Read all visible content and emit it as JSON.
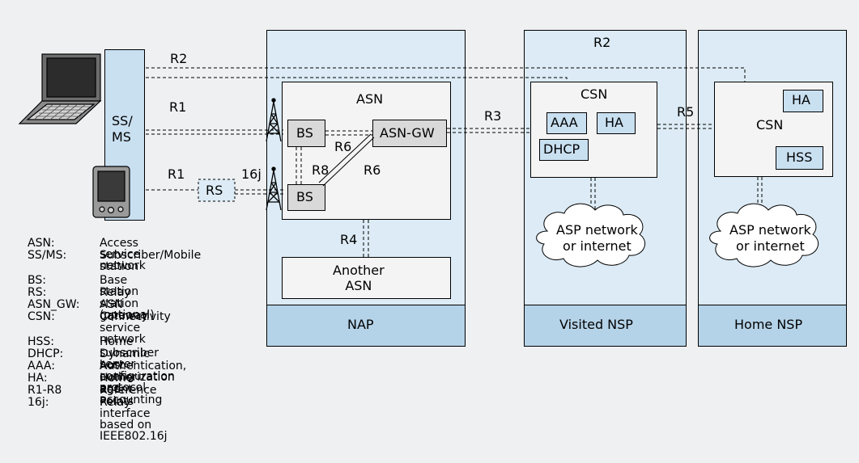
{
  "diagram": {
    "reference_points": {
      "r2_top_left": "R2",
      "r2_top_right": "R2",
      "r1_upper": "R1",
      "r1_lower": "R1",
      "r16j": "16j",
      "r3": "R3",
      "r4": "R4",
      "r5": "R5",
      "r6_upper": "R6",
      "r6_lower": "R6",
      "r8": "R8"
    },
    "nodes": {
      "ssms": "SS/\nMS",
      "rs": "RS",
      "bs_upper": "BS",
      "bs_lower": "BS",
      "asn": "ASN",
      "asn_gw": "ASN-GW",
      "another_asn": "Another\nASN",
      "nap": "NAP",
      "csn_visited": "CSN",
      "aaa": "AAA",
      "ha_visited": "HA",
      "dhcp": "DHCP",
      "asp_visited": "ASP network\nor internet",
      "visited_nsp": "Visited NSP",
      "csn_home": "CSN",
      "ha_home": "HA",
      "hss": "HSS",
      "asp_home": "ASP network\nor internet",
      "home_nsp": "Home NSP"
    },
    "legend": [
      {
        "term": "ASN:",
        "desc": "Access service network"
      },
      {
        "term": "SS/MS:",
        "desc": "Subscriber/Mobile\nstation"
      },
      {
        "term": "BS:",
        "desc": "Base station"
      },
      {
        "term": "RS:",
        "desc": "Relay station (optional)"
      },
      {
        "term": "ASN_GW:",
        "desc": "ASN gateway"
      },
      {
        "term": "CSN:",
        "desc": "Connectivity service\nnetwork"
      },
      {
        "term": "HSS:",
        "desc": "Home subscriber server"
      },
      {
        "term": "DHCP:",
        "desc": "Dynamic host configuration protocol"
      },
      {
        "term": "AAA:",
        "desc": "Authentication, authorization and accounting"
      },
      {
        "term": "HA:",
        "desc": "Home agent"
      },
      {
        "term": "R1-R8",
        "desc": "Reference Points"
      },
      {
        "term": "16j:",
        "desc": "Relay interface based on IEEE802.16j"
      }
    ],
    "colors": {
      "background": "#eef0f2",
      "zone_fill": "#dcebf5",
      "zone_footer": "#b5d3e8",
      "node_fill": "#f4f4f4",
      "bs_fill": "#d9d9d9",
      "small_box_fill": "#c9e0f1"
    },
    "icons": [
      "laptop-icon",
      "pda-icon",
      "tower-icon"
    ]
  }
}
